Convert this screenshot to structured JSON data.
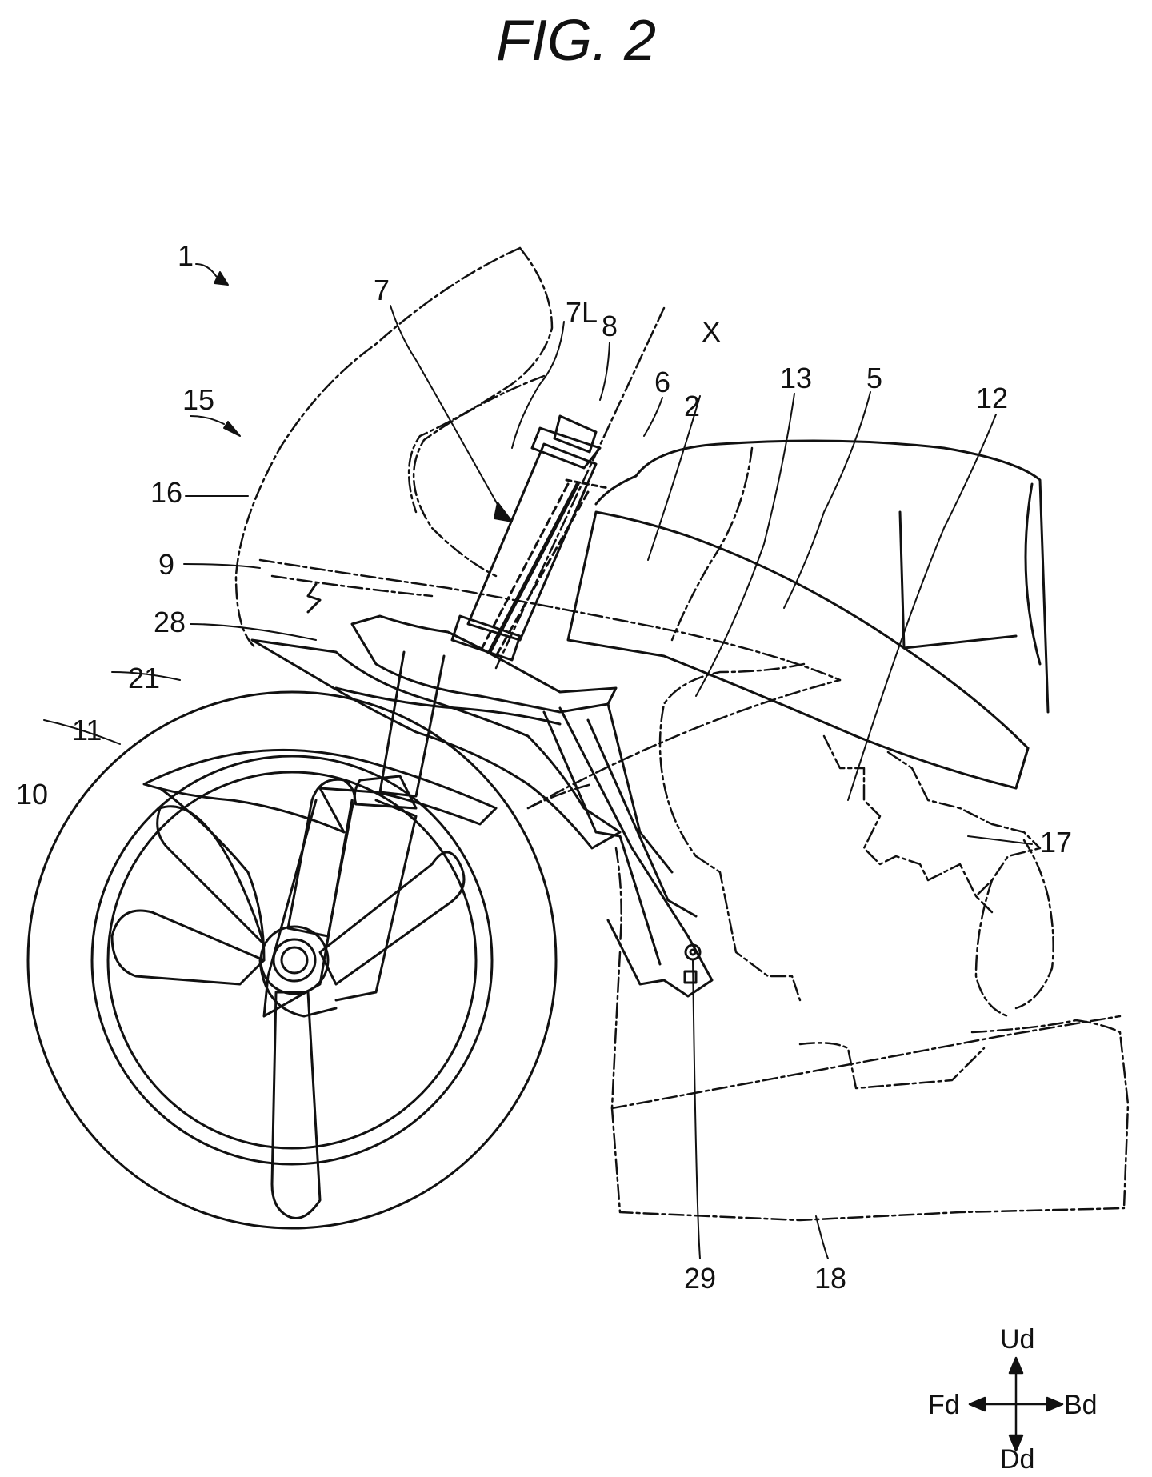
{
  "figure": {
    "title": "FIG. 2"
  },
  "labels": {
    "l1": "1",
    "l7": "7",
    "l7L": "7L",
    "l8": "8",
    "lX": "X",
    "l6": "6",
    "l2": "2",
    "l13": "13",
    "l5": "5",
    "l12": "12",
    "l15": "15",
    "l16": "16",
    "l9": "9",
    "l28": "28",
    "l21": "21",
    "l11": "11",
    "l10": "10",
    "l17": "17",
    "l29": "29",
    "l18": "18"
  },
  "directions": {
    "up": "Ud",
    "down": "Dd",
    "front": "Fd",
    "back": "Bd"
  },
  "colors": {
    "line": "#111111",
    "background": "#ffffff"
  }
}
